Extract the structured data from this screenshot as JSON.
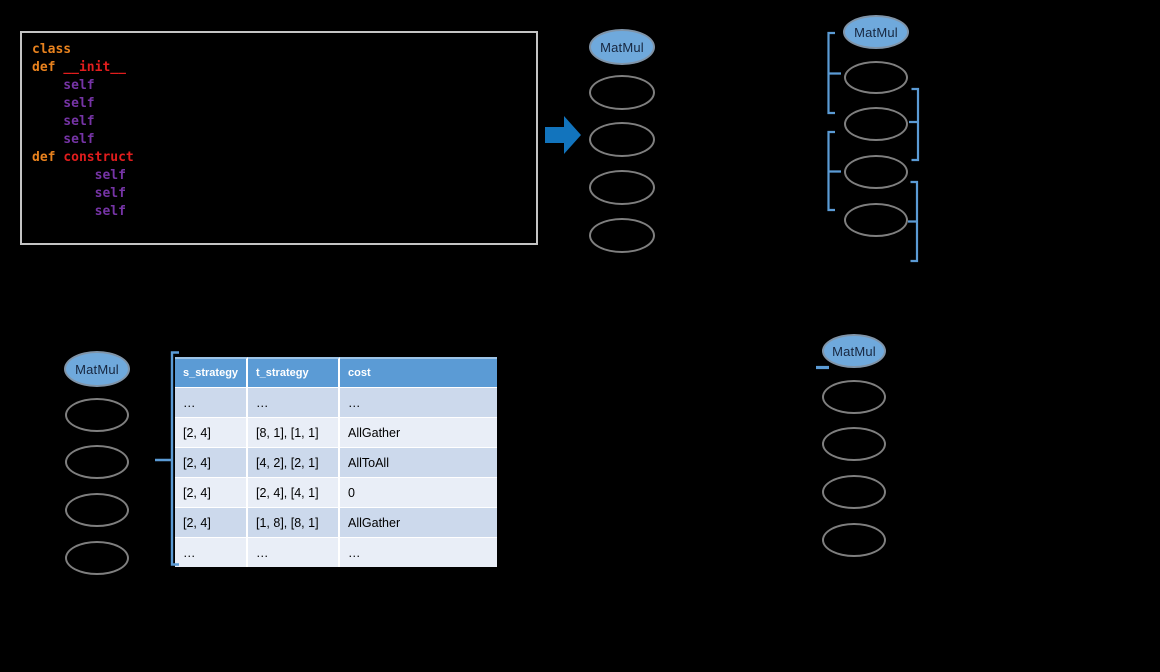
{
  "code": {
    "lines": [
      {
        "segments": [
          {
            "text": "class",
            "style": "keyword"
          }
        ]
      },
      {
        "segments": [
          {
            "text": "def ",
            "style": "keyword"
          },
          {
            "text": "__init__",
            "style": "name"
          }
        ]
      },
      {
        "segments": [
          {
            "text": "    self",
            "style": "self"
          }
        ]
      },
      {
        "segments": [
          {
            "text": "    self",
            "style": "self"
          }
        ]
      },
      {
        "segments": [
          {
            "text": "    self",
            "style": "self"
          }
        ]
      },
      {
        "segments": [
          {
            "text": "    self",
            "style": "self"
          }
        ]
      },
      {
        "segments": [
          {
            "text": "def ",
            "style": "keyword"
          },
          {
            "text": "construct",
            "style": "name"
          }
        ]
      },
      {
        "segments": [
          {
            "text": "        self",
            "style": "self"
          }
        ]
      },
      {
        "segments": [
          {
            "text": "        self",
            "style": "self"
          }
        ]
      },
      {
        "segments": [
          {
            "text": "        self",
            "style": "self"
          }
        ]
      }
    ]
  },
  "labels": {
    "matmul": "MatMul"
  },
  "table": {
    "columns": [
      "s_strategy",
      "t_strategy",
      "cost"
    ],
    "rows": [
      [
        "…",
        "…",
        "…"
      ],
      [
        "[2, 4]",
        "[8, 1], [1, 1]",
        "AllGather"
      ],
      [
        "[2, 4]",
        "[4, 2], [2, 1]",
        "AllToAll"
      ],
      [
        "[2, 4]",
        "[2, 4], [4, 1]",
        "0"
      ],
      [
        "[2, 4]",
        "[1, 8], [8, 1]",
        "AllGather"
      ],
      [
        "…",
        "…",
        "…"
      ]
    ]
  },
  "colors": {
    "background": "#000000",
    "node_fill": "#6fa9dc",
    "node_outline": "#7f7f7f",
    "bracket": "#5b9bd5",
    "arrow": "#1274bd",
    "table_header_bg": "#5b9bd5",
    "table_row_dark": "#ccd9ec",
    "table_row_light": "#e9eef7",
    "code_keyword": "#e8821e",
    "code_name": "#e11d1d",
    "code_self": "#7634a6"
  }
}
